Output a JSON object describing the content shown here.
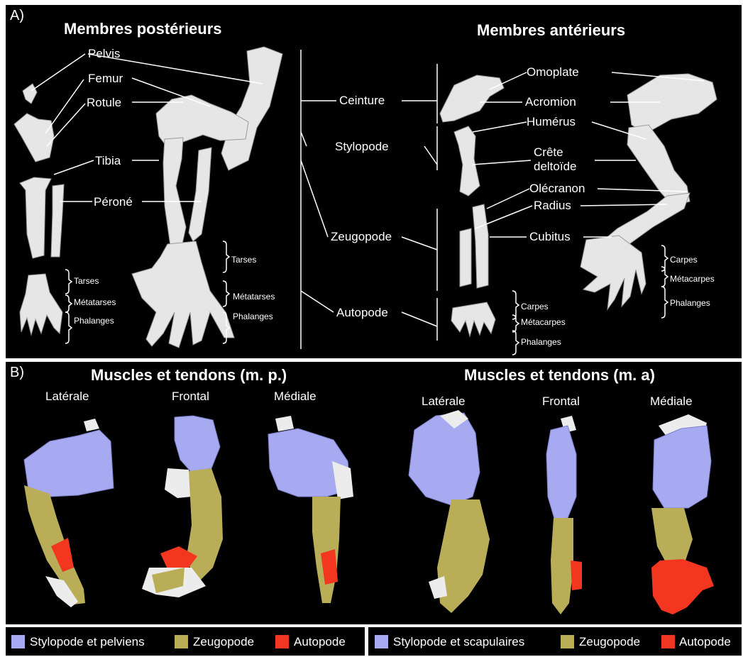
{
  "panelA": {
    "label": "A)",
    "title_left": "Membres postérieurs",
    "title_right": "Membres antérieurs",
    "hind": {
      "pelvis": "Pelvis",
      "femur": "Femur",
      "rotule": "Rotule",
      "tibia": "Tibia",
      "perone": "Péroné",
      "tarses": "Tarses",
      "metatarses": "Métatarses",
      "phalanges": "Phalanges"
    },
    "center": {
      "ceinture": "Ceinture",
      "stylopode": "Stylopode",
      "zeugopode": "Zeugopode",
      "autopode": "Autopode"
    },
    "fore": {
      "omoplate": "Omoplate",
      "acromion": "Acromion",
      "humerus": "Humérus",
      "crete1": "Crête",
      "crete2": "deltoïde",
      "olecranon": "Olécranon",
      "radius": "Radius",
      "cubitus": "Cubitus",
      "carpes": "Carpes",
      "metacarpes": "Métacarpes",
      "phalanges": "Phalanges"
    }
  },
  "panelB": {
    "label": "B)",
    "title_left": "Muscles et tendons (m. p.)",
    "title_right": "Muscles et tendons (m. a)",
    "views": [
      "Latérale",
      "Frontal",
      "Médiale"
    ]
  },
  "legend_left": [
    {
      "label": "Stylopode et pelviens",
      "color": "#a7aaf0"
    },
    {
      "label": "Zeugopode",
      "color": "#b9ad58"
    },
    {
      "label": "Autopode",
      "color": "#f2361f"
    }
  ],
  "legend_right": [
    {
      "label": "Stylopode et scapulaires",
      "color": "#a7aaf0"
    },
    {
      "label": "Zeugopode",
      "color": "#b9ad58"
    },
    {
      "label": "Autopode",
      "color": "#f2361f"
    }
  ]
}
